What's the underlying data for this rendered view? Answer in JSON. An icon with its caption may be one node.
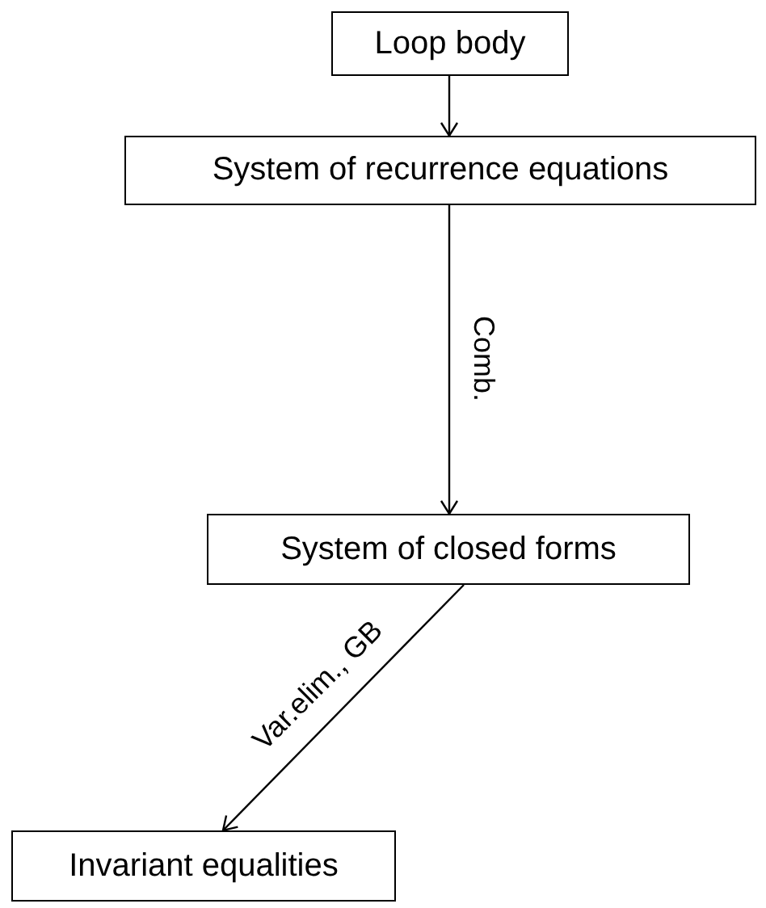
{
  "diagram": {
    "nodes": [
      {
        "text": [
          "Loop body"
        ]
      },
      {
        "text": [
          "System of recurrence equations"
        ]
      },
      {
        "text": [
          "System of closed forms"
        ]
      },
      {
        "text": [
          "Invariant equalities"
        ]
      }
    ],
    "edges": [
      {
        "from": 0,
        "to": 1,
        "arrow": "to"
      },
      {
        "from": 1,
        "to": 2,
        "arrow": "to",
        "label": "Comb."
      },
      {
        "from": 2,
        "to": 3,
        "arrow": "to",
        "label": "Var.elim., GB"
      }
    ]
  }
}
